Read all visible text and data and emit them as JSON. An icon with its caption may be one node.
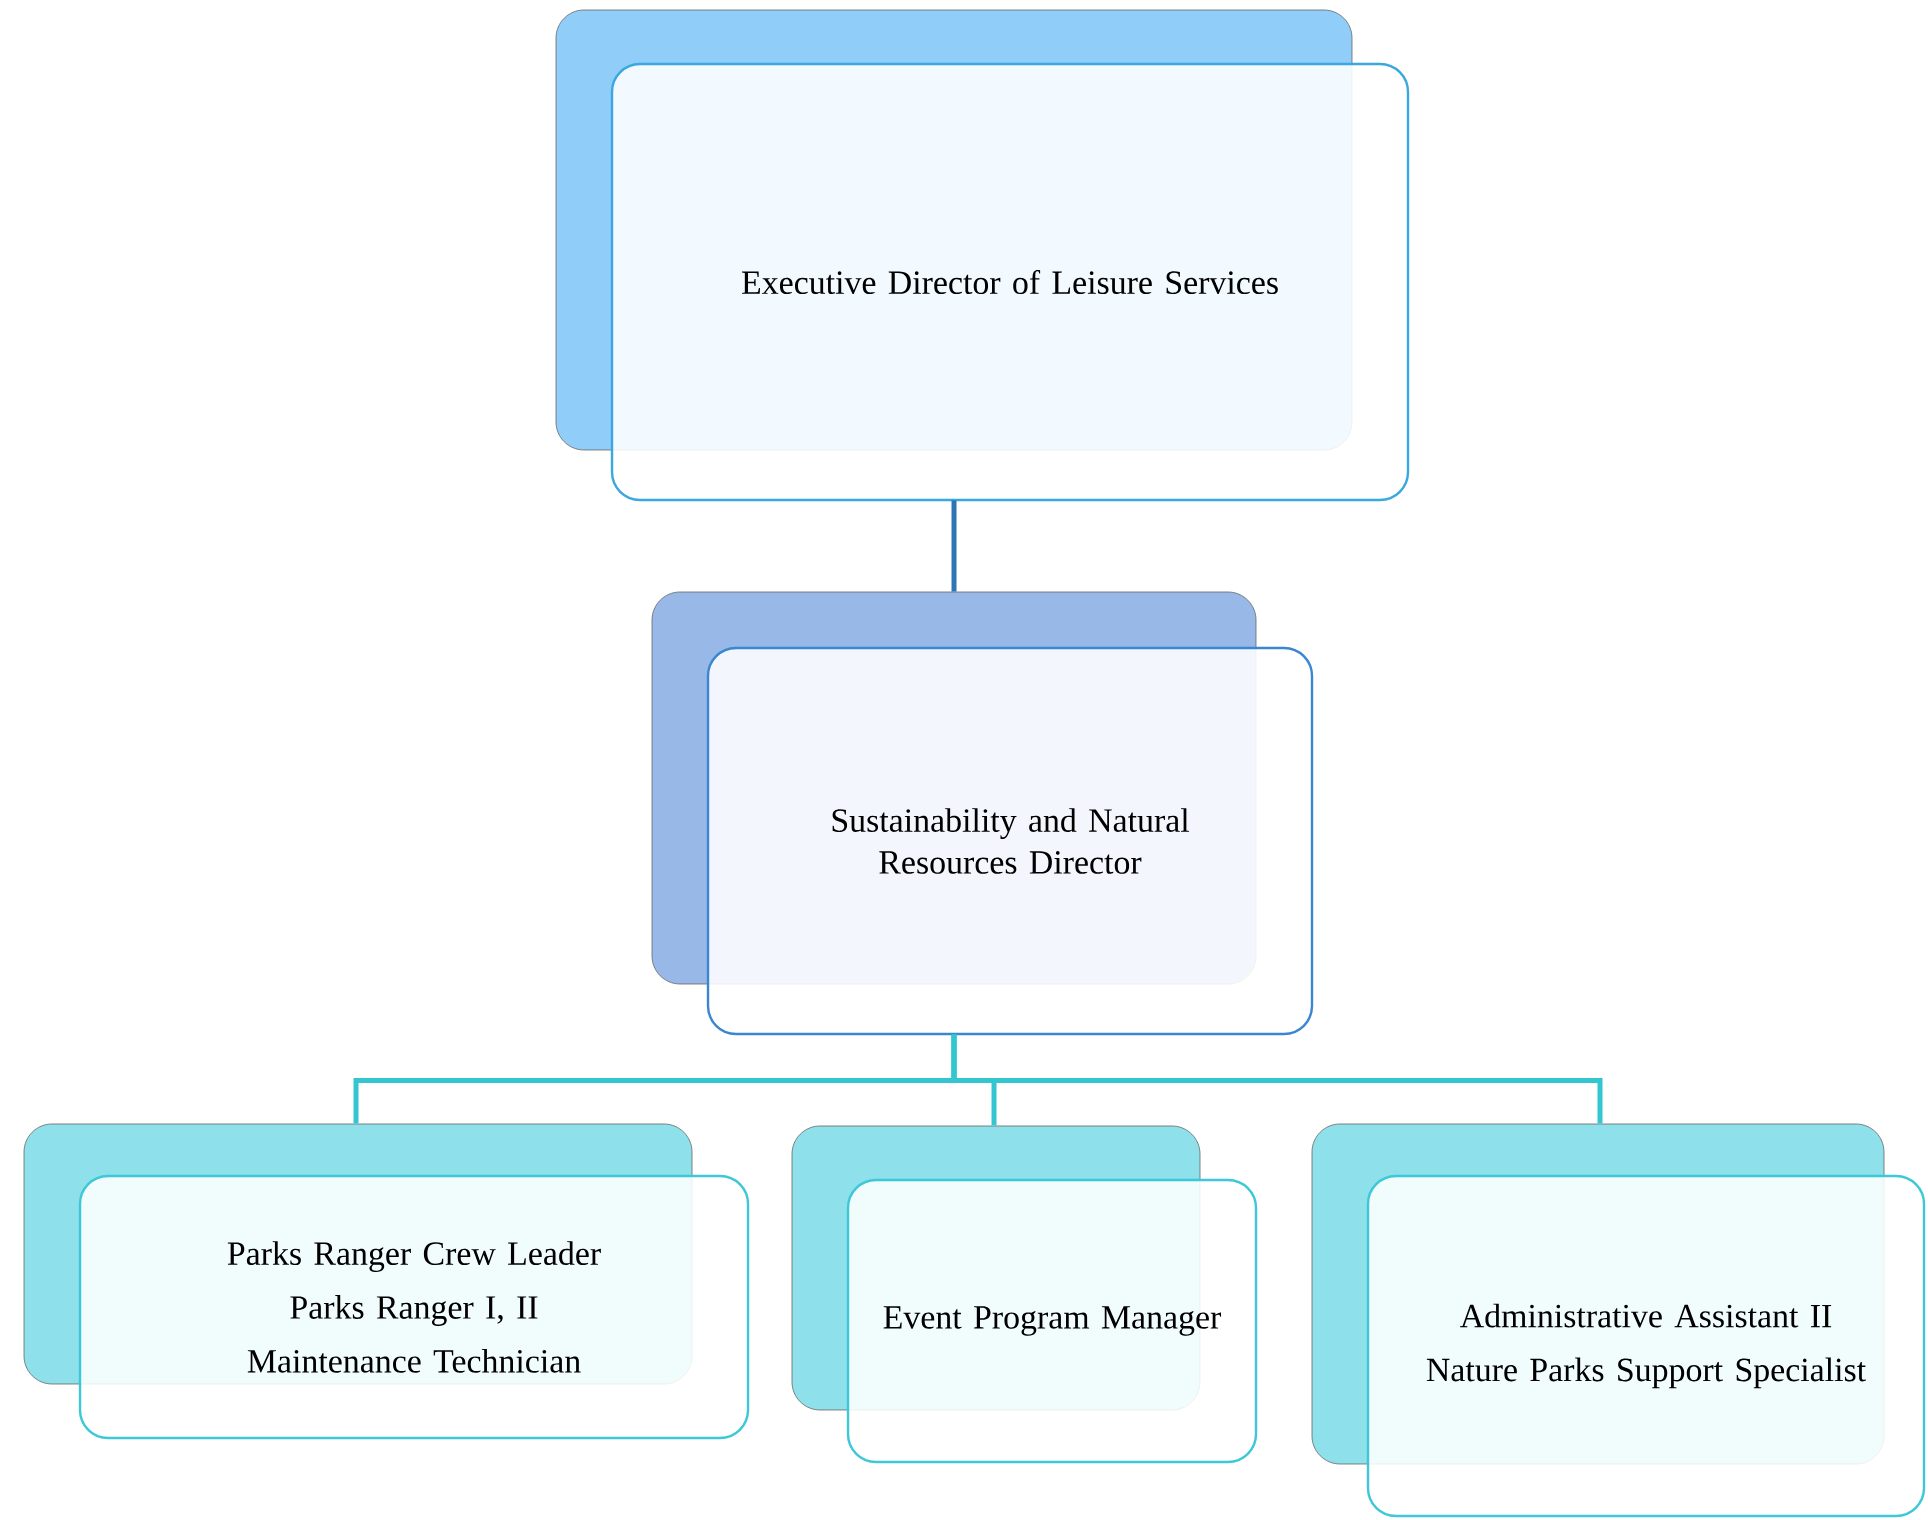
{
  "diagram": {
    "nodes": [
      {
        "text": [
          "Executive Director of Leisure Services"
        ]
      },
      {
        "text": [
          "Sustainability and Natural Resources Director"
        ]
      },
      {
        "text": [
          "Parks Ranger Crew Leader",
          "Parks Ranger I, II",
          "Maintenance Technician"
        ]
      },
      {
        "text": [
          "Event Program Manager"
        ]
      },
      {
        "text": [
          "Administrative Assistant II",
          "Nature Parks Support Specialist"
        ]
      }
    ],
    "edges": [
      {
        "from": 0,
        "to": 1,
        "arrow": "none",
        "color": "#2e75b6"
      },
      {
        "from": 1,
        "to": 2,
        "arrow": "none"
      },
      {
        "from": 1,
        "to": 3,
        "arrow": "none"
      },
      {
        "from": 1,
        "to": 4,
        "arrow": "none"
      }
    ]
  }
}
